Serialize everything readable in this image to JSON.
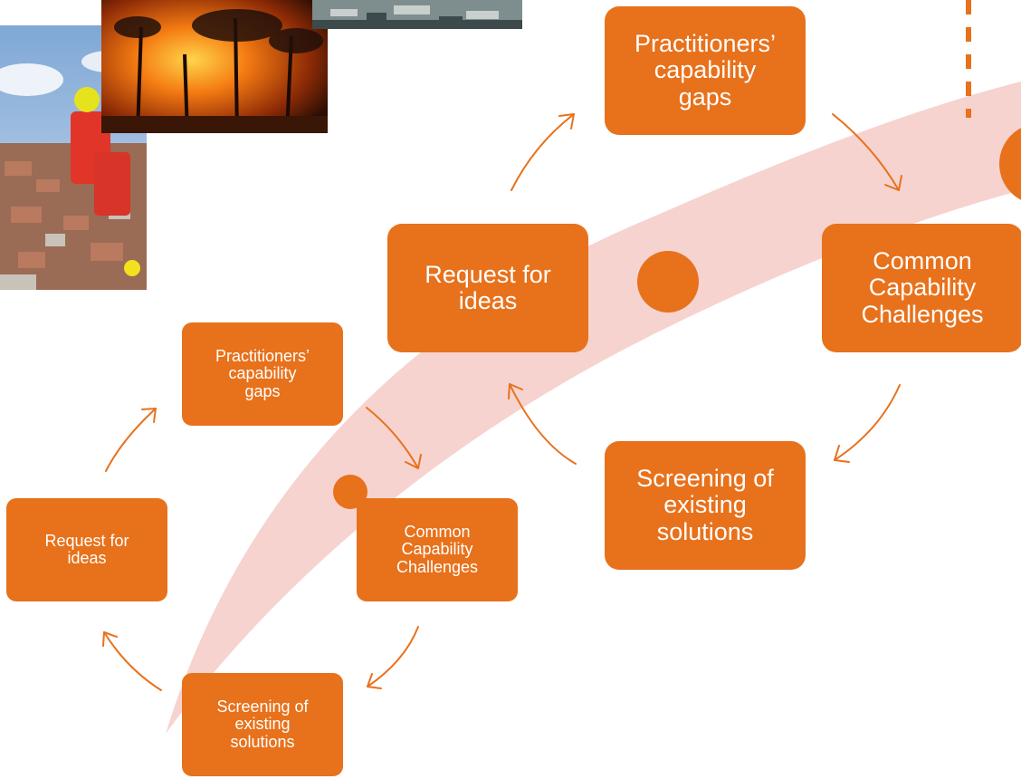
{
  "colors": {
    "accent": "#E8711B",
    "band": "#F6D3CF",
    "dash": "#E8711B"
  },
  "small_cycle": {
    "practitioners": "Practitioners’\ncapability\ngaps",
    "common": "Common\nCapability\nChallenges",
    "screening": "Screening of\nexisting\nsolutions",
    "request": "Request for\nideas"
  },
  "large_cycle": {
    "practitioners": "Practitioners’\ncapability\ngaps",
    "common": "Common\nCapability\nChallenges",
    "screening": "Screening of\nexisting\nsolutions",
    "request": "Request for\nideas"
  },
  "photos": [
    {
      "name": "rescue-workers-rubble-photo"
    },
    {
      "name": "forest-fire-photo"
    },
    {
      "name": "flood-debris-photo"
    }
  ]
}
